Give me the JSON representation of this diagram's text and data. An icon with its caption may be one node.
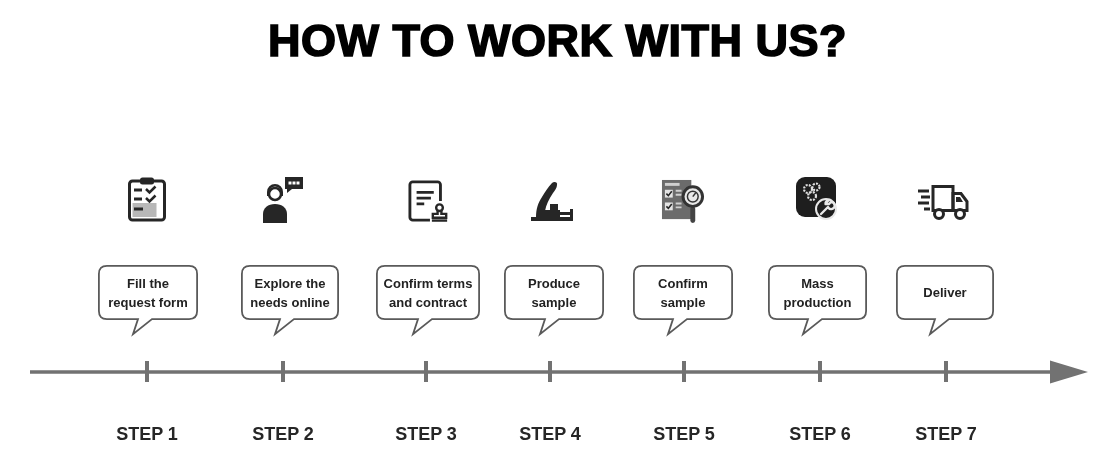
{
  "diagram": {
    "title": "HOW TO WORK WITH US?",
    "nodes": [
      {
        "text": [
          "Fill the request form"
        ]
      },
      {
        "text": [
          "Explore the needs online"
        ]
      },
      {
        "text": [
          "Confirm terms and contract"
        ]
      },
      {
        "text": [
          "Produce sample"
        ]
      },
      {
        "text": [
          "Confirm sample"
        ]
      },
      {
        "text": [
          "Mass production"
        ]
      },
      {
        "text": [
          "Deliver"
        ]
      }
    ],
    "labels": [
      "STEP 1",
      "STEP 2",
      "STEP 3",
      "STEP 4",
      "STEP 5",
      "STEP 6",
      "STEP 7"
    ]
  }
}
